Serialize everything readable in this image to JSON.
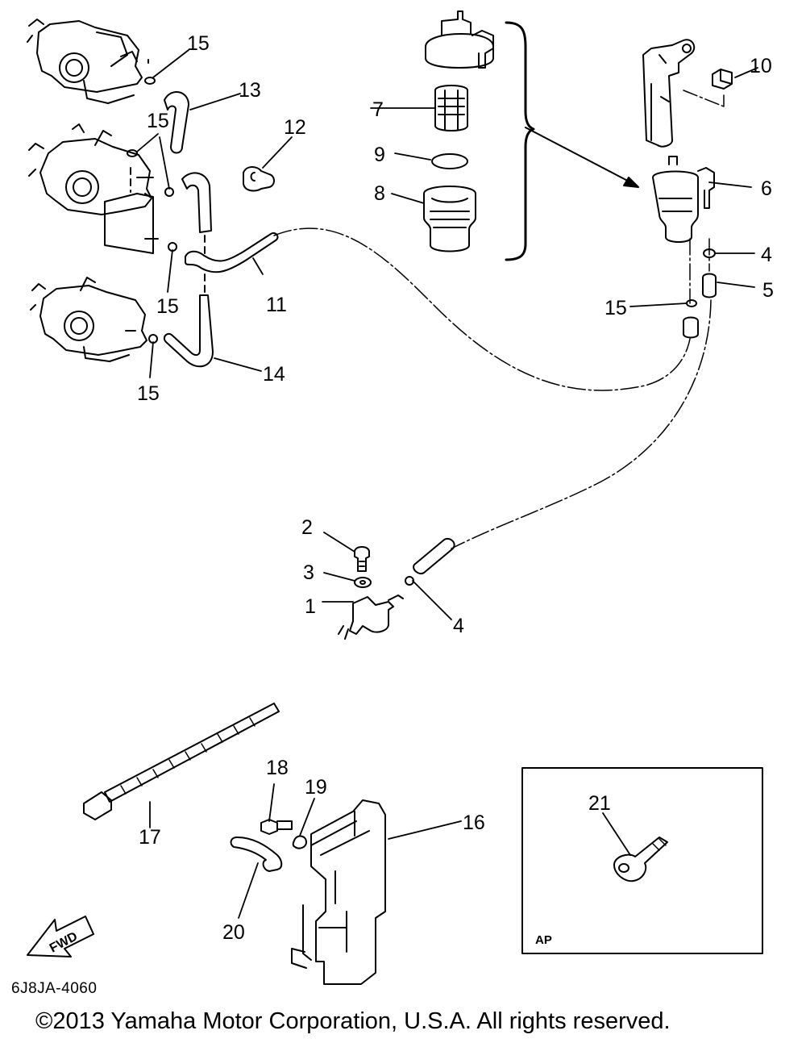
{
  "diagram": {
    "code": "6J8JA-4060",
    "copyright": "©2013 Yamaha Motor Corporation, U.S.A. All rights reserved.",
    "inset_label": "AP",
    "fwd_label": "FWD"
  },
  "callouts": [
    {
      "id": "c1",
      "text": "1"
    },
    {
      "id": "c2",
      "text": "2"
    },
    {
      "id": "c3",
      "text": "3"
    },
    {
      "id": "c4a",
      "text": "4"
    },
    {
      "id": "c4b",
      "text": "4"
    },
    {
      "id": "c5",
      "text": "5"
    },
    {
      "id": "c6",
      "text": "6"
    },
    {
      "id": "c7",
      "text": "7"
    },
    {
      "id": "c8",
      "text": "8"
    },
    {
      "id": "c9",
      "text": "9"
    },
    {
      "id": "c10",
      "text": "10"
    },
    {
      "id": "c11",
      "text": "11"
    },
    {
      "id": "c12",
      "text": "12"
    },
    {
      "id": "c13",
      "text": "13"
    },
    {
      "id": "c14",
      "text": "14"
    },
    {
      "id": "c15a",
      "text": "15"
    },
    {
      "id": "c15b",
      "text": "15"
    },
    {
      "id": "c15c",
      "text": "15"
    },
    {
      "id": "c15d",
      "text": "15"
    },
    {
      "id": "c15e",
      "text": "15"
    },
    {
      "id": "c16",
      "text": "16"
    },
    {
      "id": "c17",
      "text": "17"
    },
    {
      "id": "c18",
      "text": "18"
    },
    {
      "id": "c19",
      "text": "19"
    },
    {
      "id": "c20",
      "text": "20"
    },
    {
      "id": "c21",
      "text": "21"
    }
  ]
}
